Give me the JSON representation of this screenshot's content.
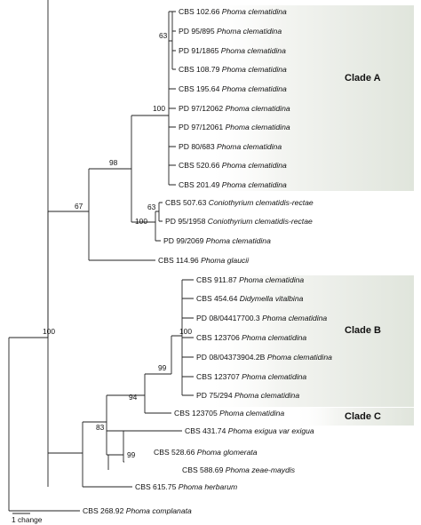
{
  "clades": [
    {
      "id": "A",
      "label": "Clade A"
    },
    {
      "id": "B",
      "label": "Clade B"
    },
    {
      "id": "C",
      "label": "Clade C"
    }
  ],
  "scale_label": "1 change",
  "bootstrap": {
    "cladeA_top": "63",
    "cladeA": "100",
    "cladeA_plus": "98",
    "root_upper": "67",
    "conio": "63",
    "conio_group": "100",
    "cladeB": "100",
    "cladeBC": "99",
    "cladeBCexigua": "94",
    "lower_group": "83",
    "glom_zeae": "99",
    "root": "100"
  },
  "taxa": [
    {
      "strain": "CBS 102.66",
      "species": "Phoma clematidina"
    },
    {
      "strain": "PD 95/895",
      "species": "Phoma clematidina"
    },
    {
      "strain": "PD 91/1865",
      "species": "Phoma clematidina"
    },
    {
      "strain": "CBS 108.79",
      "species": "Phoma clematidina"
    },
    {
      "strain": "CBS 195.64",
      "species": "Phoma clematidina"
    },
    {
      "strain": "PD 97/12062",
      "species": "Phoma clematidina"
    },
    {
      "strain": "PD 97/12061",
      "species": "Phoma clematidina"
    },
    {
      "strain": "PD 80/683",
      "species": "Phoma clematidina"
    },
    {
      "strain": "CBS 520.66",
      "species": "Phoma clematidina"
    },
    {
      "strain": "CBS 201.49",
      "species": "Phoma clematidina"
    },
    {
      "strain": "CBS 507.63",
      "species": "Coniothyrium clematidis-rectae"
    },
    {
      "strain": "PD 95/1958",
      "species": "Coniothyrium clematidis-rectae"
    },
    {
      "strain": "PD 99/2069",
      "species": "Phoma clematidina"
    },
    {
      "strain": "CBS 114.96",
      "species": "Phoma glaucii"
    },
    {
      "strain": "CBS 911.87",
      "species": "Phoma clematidina"
    },
    {
      "strain": "CBS 454.64",
      "species": "Didymella vitalbina"
    },
    {
      "strain": "PD 08/04417700.3",
      "species": "Phoma clematidina"
    },
    {
      "strain": "CBS 123706",
      "species": "Phoma clematidina"
    },
    {
      "strain": "PD 08/04373904.2B",
      "species": "Phoma clematidina"
    },
    {
      "strain": "CBS 123707",
      "species": "Phoma clematidina"
    },
    {
      "strain": "PD 75/294",
      "species": "Phoma clematidina"
    },
    {
      "strain": "CBS 123705",
      "species": "Phoma clematidina"
    },
    {
      "strain": "CBS 431.74",
      "species": "Phoma exigua var exigua"
    },
    {
      "strain": "CBS 528.66",
      "species": "Phoma glomerata"
    },
    {
      "strain": "CBS 588.69",
      "species": "Phoma zeae-maydis"
    },
    {
      "strain": "CBS 615.75",
      "species": "Phoma herbarum"
    },
    {
      "strain": "CBS 268.92",
      "species": "Phoma complanata"
    }
  ]
}
